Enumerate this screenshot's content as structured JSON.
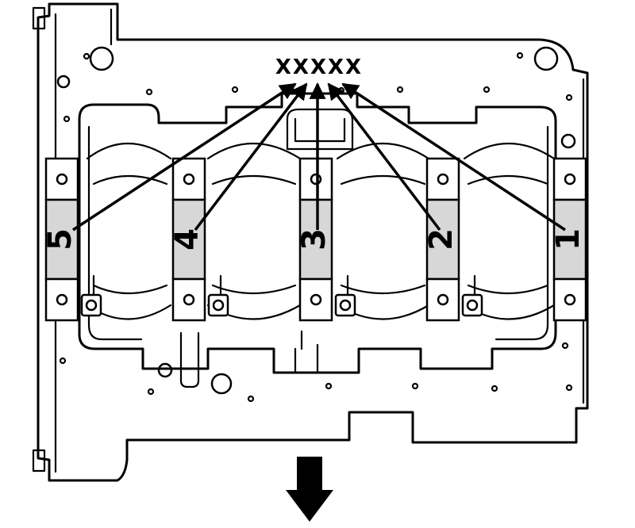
{
  "diagram": {
    "marking_code": "XXXXX",
    "bearing_numbers": [
      "5",
      "4",
      "3",
      "2",
      "1"
    ],
    "colors": {
      "line": "#000000",
      "band": "#d7d7d7",
      "background": "#ffffff"
    }
  }
}
